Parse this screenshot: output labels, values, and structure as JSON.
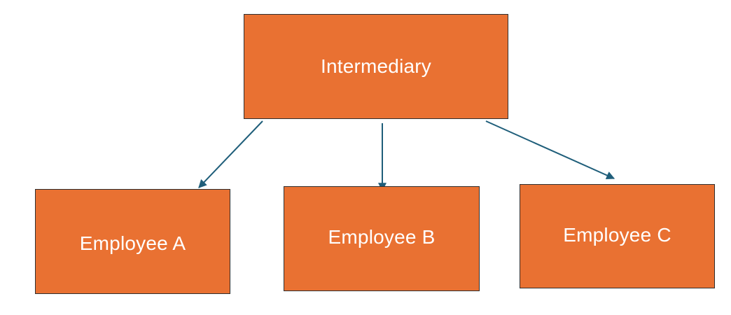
{
  "diagram": {
    "nodes": {
      "top": {
        "label": "Intermediary"
      },
      "a": {
        "label": "Employee A"
      },
      "b": {
        "label": "Employee B"
      },
      "c": {
        "label": "Employee C"
      }
    },
    "edges": [
      {
        "from": "Intermediary",
        "to": "Employee A"
      },
      {
        "from": "Intermediary",
        "to": "Employee B"
      },
      {
        "from": "Intermediary",
        "to": "Employee C"
      }
    ],
    "colors": {
      "node_fill": "#E97132",
      "node_border": "#2f2f2f",
      "node_text": "#ffffff",
      "arrow": "#1F5E7A",
      "background": "#ffffff"
    }
  }
}
